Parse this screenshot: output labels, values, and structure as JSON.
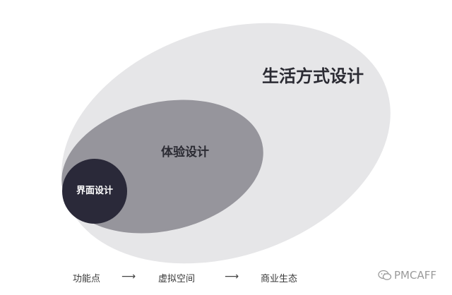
{
  "diagram": {
    "outer_label": "生活方式设计",
    "middle_label": "体验设计",
    "inner_label": "界面设计",
    "colors": {
      "outer_fill": "#e6e6e8",
      "middle_fill": "#96959c",
      "inner_fill": "#2a2939",
      "outer_text": "#2b2b33",
      "middle_text": "#2b2b33",
      "inner_text": "#ffffff"
    }
  },
  "flow": {
    "step1": "功能点",
    "arrow1": "⟶",
    "step2": "虚拟空间",
    "arrow2": "⟶",
    "step3": "商业生态"
  },
  "watermark": {
    "text": "PMCAFF",
    "icon": "wechat-icon"
  }
}
